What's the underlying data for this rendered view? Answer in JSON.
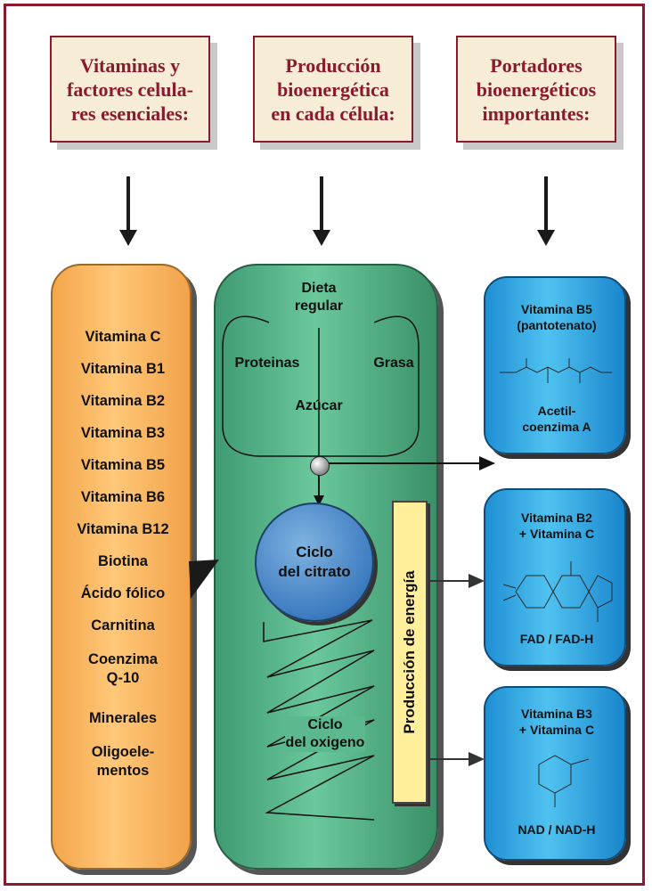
{
  "headers": [
    "Vitaminas y\nfactores celula-\nres esenciales:",
    "Producción\nbioenergética\nen cada célula:",
    "Portadores\nbioenergéticos\nimportantes:"
  ],
  "vitamins": [
    "Vitamina C",
    "Vitamina B1",
    "Vitamina B2",
    "Vitamina B3",
    "Vitamina B5",
    "Vitamina B6",
    "Vitamina B12",
    "Biotina",
    "Ácido fólico",
    "Carnitina",
    "Coenzima\nQ-10",
    "Minerales",
    "Oligoele-\nmentos"
  ],
  "cell": {
    "diet": "Dieta\nregular",
    "proteins": "Proteinas",
    "fat": "Grasa",
    "sugar": "Azúcar",
    "citrate_cycle": "Ciclo\ndel citrato",
    "oxygen_cycle": "Ciclo\ndel oxigeno",
    "energy_production": "Producción de energía"
  },
  "carriers": [
    {
      "title": "Vitamina B5\n(pantotenato)",
      "product": "Acetil-\ncoenzima A"
    },
    {
      "title": "Vitamina B2\n+ Vitamina C",
      "product": "FAD / FAD-H"
    },
    {
      "title": "Vitamina B3\n+ Vitamina C",
      "product": "NAD / NAD-H"
    }
  ],
  "colors": {
    "frame": "#8b1a2e",
    "vitamins_box": "#ffc878",
    "cell_box": "#6ac89c",
    "carrier_box": "#4fc2f0",
    "energy_bar": "#ffef9a",
    "citrate": "#3d7cc0"
  }
}
